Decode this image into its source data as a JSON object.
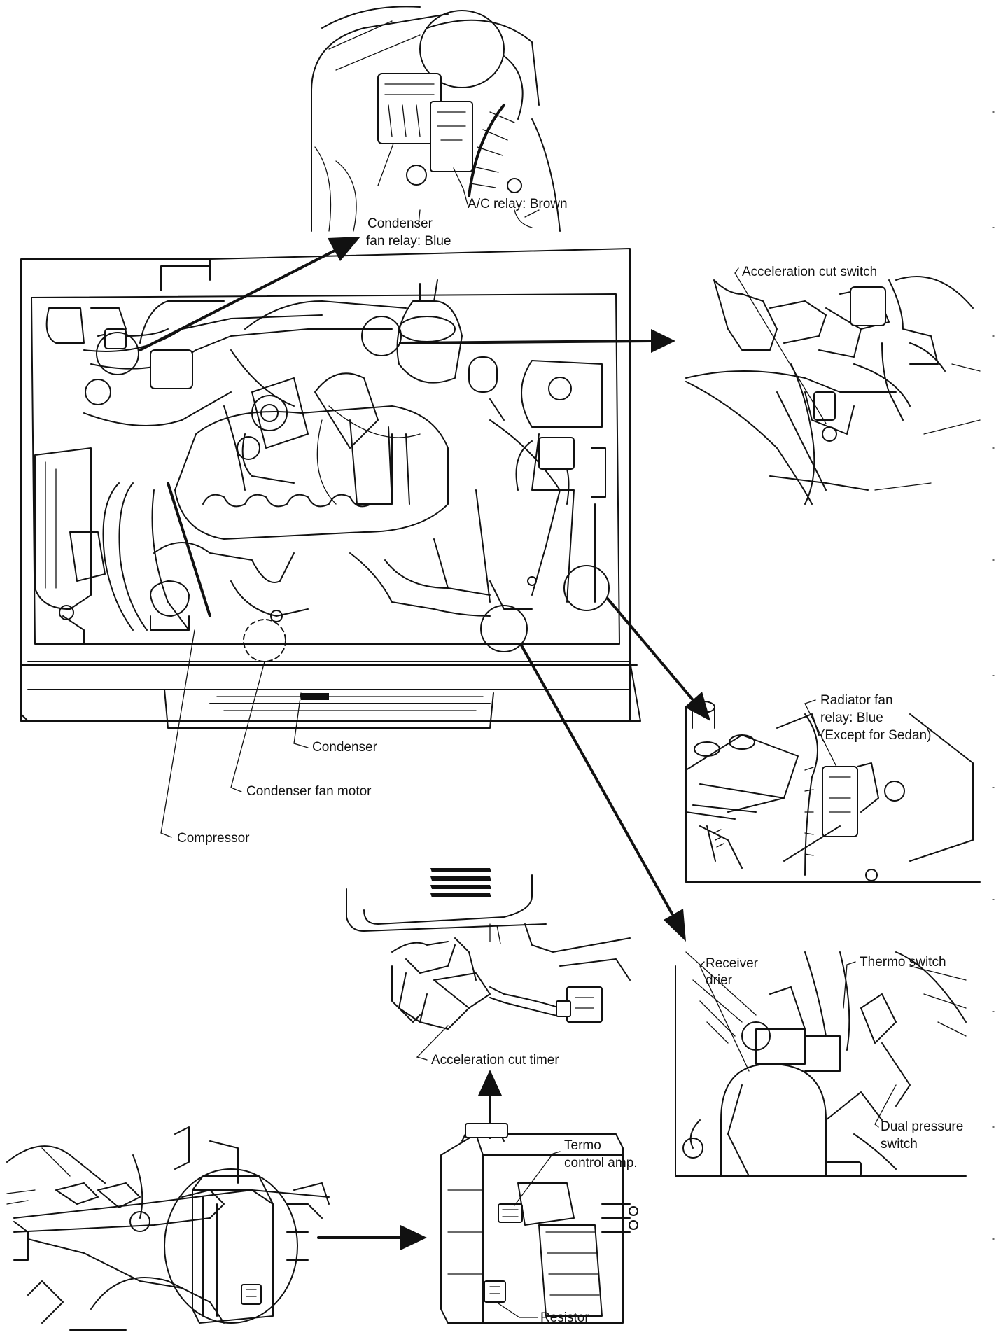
{
  "labels": {
    "ac_relay": "A/C relay:  Brown",
    "condenser_fan_relay_1": "Condenser",
    "condenser_fan_relay_2": "fan relay:  Blue",
    "acceleration_cut_switch": "Acceleration cut switch",
    "radiator_fan_relay_1": "Radiator fan",
    "radiator_fan_relay_2": "relay:  Blue",
    "radiator_fan_relay_3": "(Except for Sedan)",
    "condenser": "Condenser",
    "condenser_fan_motor": "Condenser fan motor",
    "compressor": "Compressor",
    "receiver_drier_1": "Receiver",
    "receiver_drier_2": "drier",
    "thermo_switch": "Thermo switch",
    "dual_pressure_switch_1": "Dual pressure",
    "dual_pressure_switch_2": "switch",
    "acceleration_cut_timer": "Acceleration cut timer",
    "termo_control_amp_1": "Termo",
    "termo_control_amp_2": "control amp.",
    "resistor": "Resistor"
  }
}
